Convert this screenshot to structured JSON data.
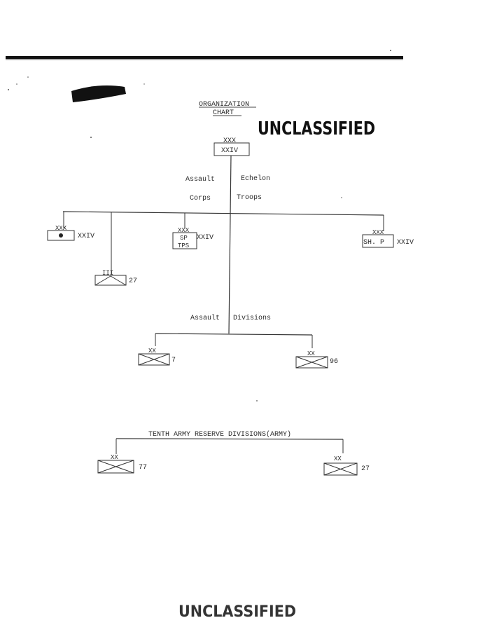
{
  "header": {
    "title_line1": "ORGANIZATION",
    "title_line2": "CHART",
    "stamp_top": "UNCLASSIFIED",
    "stamp_bottom": "UNCLASSIFIED"
  },
  "corps": {
    "echelon": "XXX",
    "label": "XXIV"
  },
  "assault_echelon": {
    "left_line1": "Assault",
    "right_line1": "Echelon",
    "left_line2": "Corps",
    "right_line2": "Troops"
  },
  "corps_troops": [
    {
      "echelon": "XXX",
      "suffix": "XXIV"
    },
    {
      "echelon": "III",
      "suffix": "27"
    },
    {
      "echelon": "XXX",
      "unit_line1": "SP",
      "unit_line2": "TPS",
      "suffix": "XXIV"
    },
    {
      "echelon": "XXX",
      "unit": "SH. P",
      "suffix": "XXIV"
    }
  ],
  "assault_divisions": {
    "left": "Assault",
    "right": "Divisions",
    "units": [
      {
        "echelon": "XX",
        "number": "7"
      },
      {
        "echelon": "XX",
        "number": "96"
      }
    ]
  },
  "reserve": {
    "title": "TENTH ARMY RESERVE DIVISIONS(ARMY)",
    "units": [
      {
        "echelon": "XX",
        "number": "77"
      },
      {
        "echelon": "XX",
        "number": "27"
      }
    ]
  }
}
